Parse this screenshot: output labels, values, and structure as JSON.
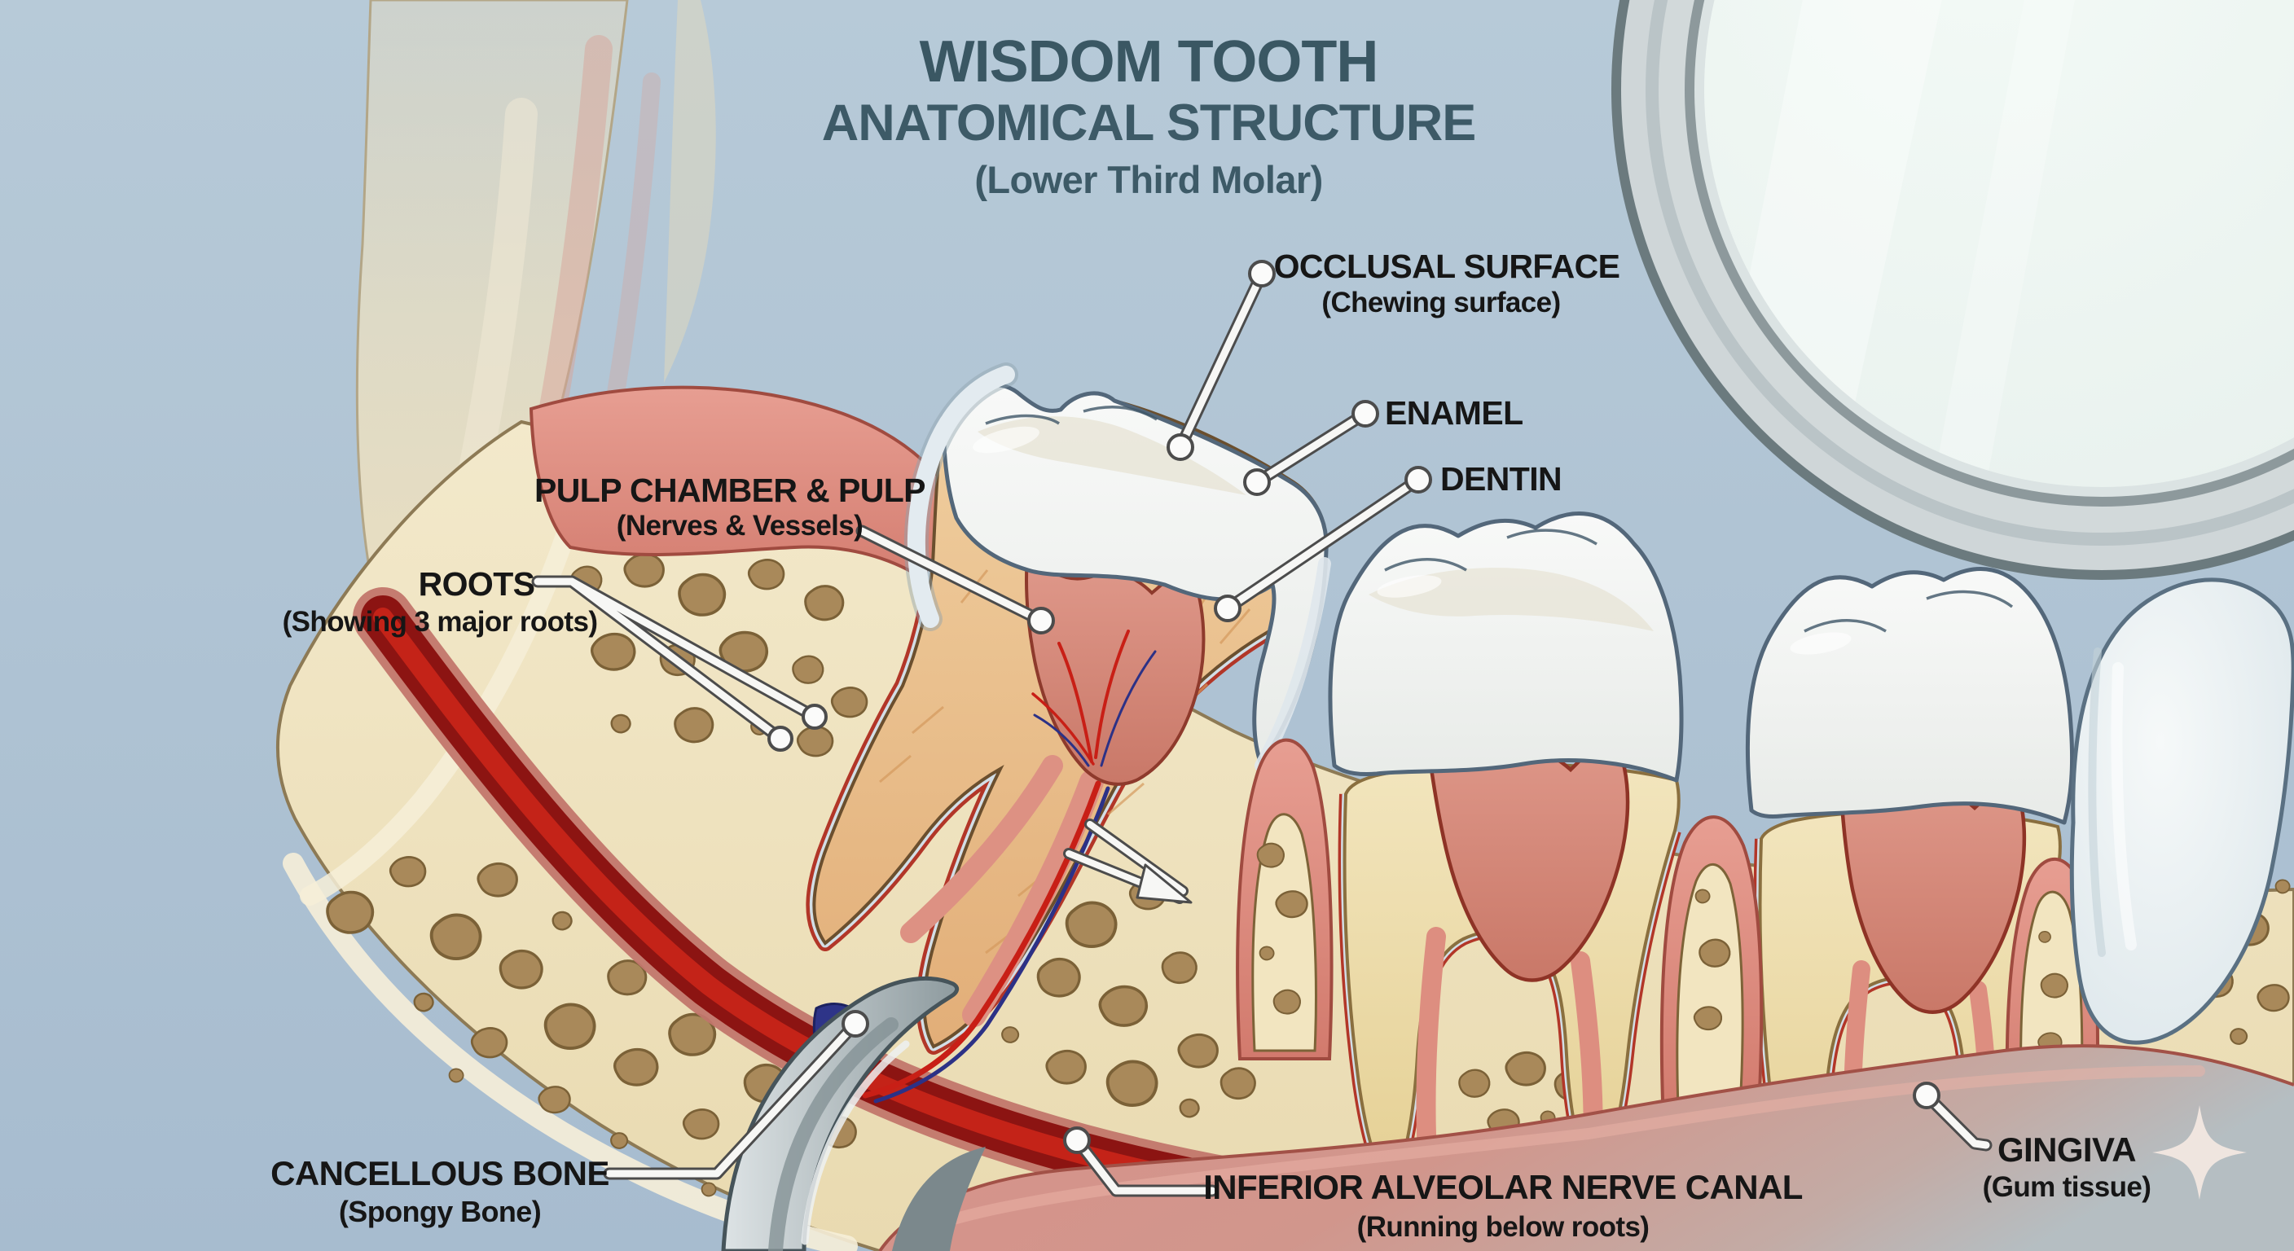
{
  "title": {
    "line1": "WISDOM TOOTH",
    "line2": "ANATOMICAL STRUCTURE",
    "line3": "(Lower Third Molar)"
  },
  "labels": {
    "occlusal_surface": {
      "title": "OCCLUSAL SURFACE",
      "subtitle": "(Chewing surface)"
    },
    "enamel": {
      "title": "ENAMEL"
    },
    "dentin": {
      "title": "DENTIN"
    },
    "pulp": {
      "title": "PULP CHAMBER & PULP",
      "subtitle": "(Nerves & Vessels)"
    },
    "roots": {
      "title": "ROOTS",
      "subtitle": "(Showing 3 major roots)"
    },
    "cancellous_bone": {
      "title": "CANCELLOUS BONE",
      "subtitle": "(Spongy Bone)"
    },
    "nerve_canal": {
      "title": "INFERIOR ALVEOLAR NERVE CANAL",
      "subtitle": "(Running below roots)"
    },
    "gingiva": {
      "title": "GINGIVA",
      "subtitle": "(Gum tissue)"
    }
  },
  "colors": {
    "background": "#aec2d3",
    "title_text": "#3a5763",
    "label_text": "#161616",
    "leader_line": "#f7f7f5",
    "enamel": "#f2f5f4",
    "dentin": "#ecc392",
    "pale_dentin": "#eddfb0",
    "pulp": "#dd9183",
    "bone": "#eee1bc",
    "spongy_bone": "#a9895a",
    "nerve_canal_dark": "#8c1412",
    "nerve_canal_bright": "#c42318",
    "gum": "#dd988c",
    "mirror_face": "#eef5f2",
    "metal": "#c6ced0",
    "artery_red": "#c81f16",
    "nerve_blue": "#2c3186"
  }
}
